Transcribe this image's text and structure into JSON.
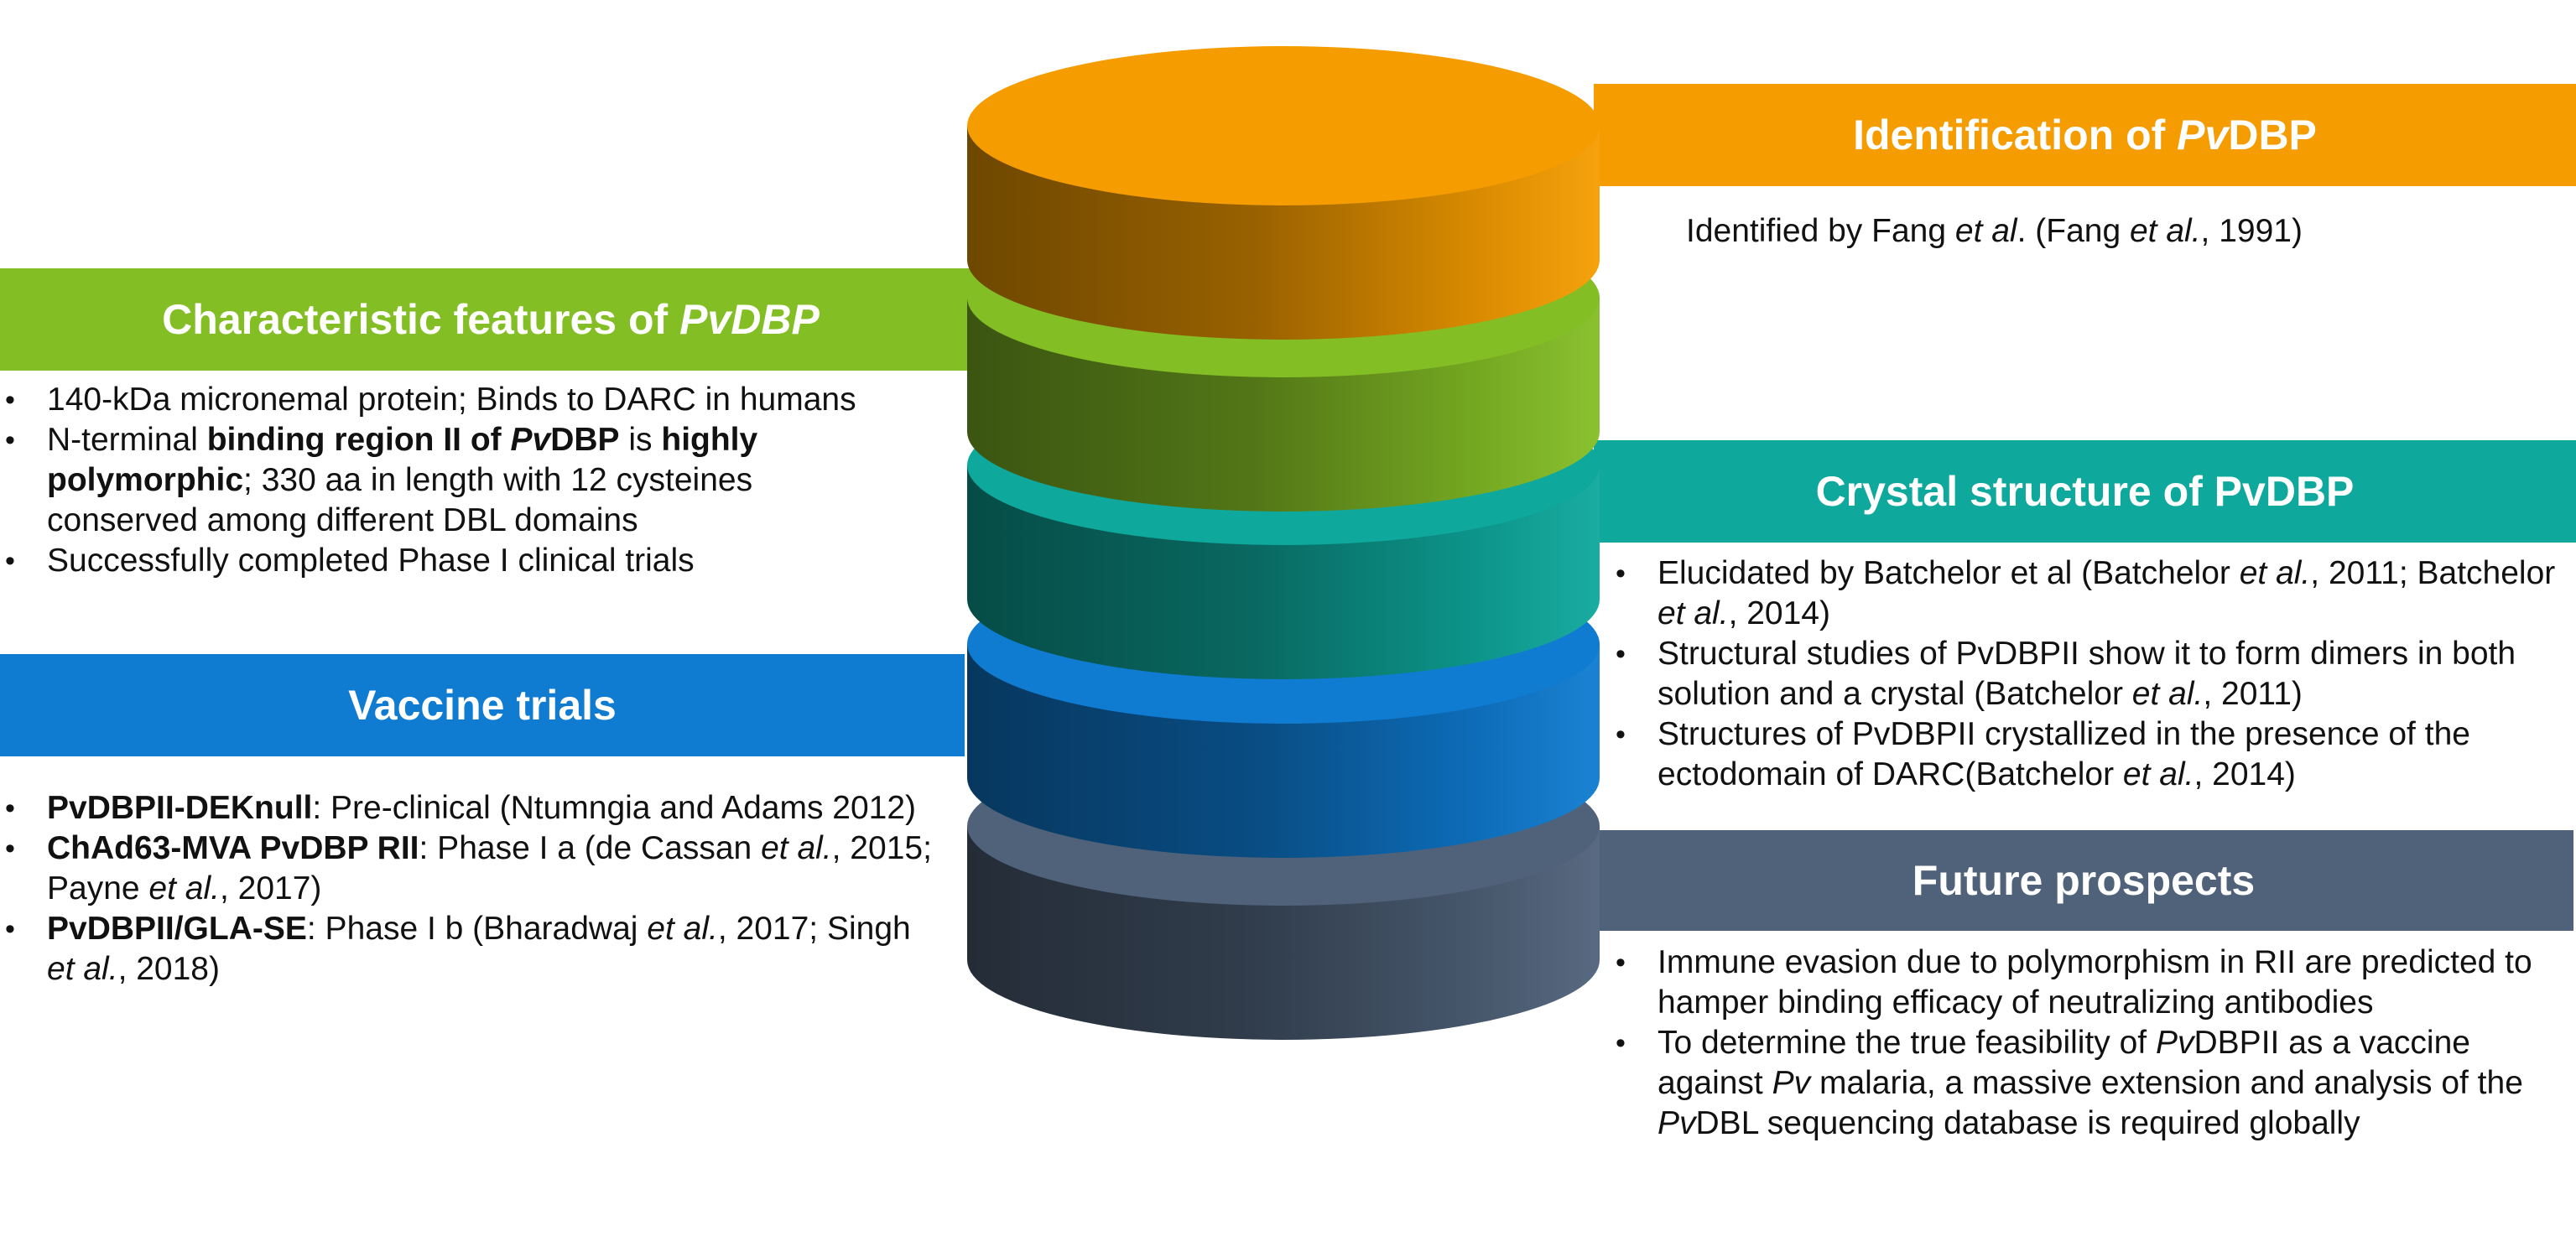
{
  "colors": {
    "orange": "#f59d00",
    "green": "#84be25",
    "teal": "#0ea89c",
    "blue": "#0f7bd1",
    "slate": "#4f627a"
  },
  "identification": {
    "title": [
      {
        "t": "Identification of "
      },
      {
        "t": "Pv",
        "i": true
      },
      {
        "t": "DBP"
      }
    ],
    "text": [
      {
        "t": "Identified by Fang "
      },
      {
        "t": "et al",
        "i": true
      },
      {
        "t": ". (Fang "
      },
      {
        "t": "et al.",
        "i": true
      },
      {
        "t": ", 1991)"
      }
    ]
  },
  "features": {
    "title": [
      {
        "t": "Characteristic features of "
      },
      {
        "t": "PvDBP",
        "i": true
      }
    ],
    "items": [
      [
        {
          "t": "140-kDa micronemal protein; Binds to DARC in humans"
        }
      ],
      [
        {
          "t": "N-terminal "
        },
        {
          "t": "binding region II of ",
          "b": true
        },
        {
          "t": "Pv",
          "i": true,
          "b": true
        },
        {
          "t": "DBP",
          "b": true
        },
        {
          "t": " is "
        },
        {
          "t": "highly polymorphic",
          "b": true
        },
        {
          "t": "; 330 aa in length with 12 cysteines conserved among different DBL domains"
        }
      ],
      [
        {
          "t": "Successfully completed Phase I clinical trials"
        }
      ]
    ]
  },
  "crystal": {
    "title": [
      {
        "t": "Crystal structure of PvDBP"
      }
    ],
    "items": [
      [
        {
          "t": "Elucidated by Batchelor et al (Batchelor "
        },
        {
          "t": "et al.",
          "i": true
        },
        {
          "t": ", 2011; Batchelor "
        },
        {
          "t": "et al.",
          "i": true
        },
        {
          "t": ", 2014)"
        }
      ],
      [
        {
          "t": "Structural studies of PvDBPII show it to form dimers in both solution and a crystal (Batchelor "
        },
        {
          "t": "et al.",
          "i": true
        },
        {
          "t": ", 2011)"
        }
      ],
      [
        {
          "t": "Structures of PvDBPII crystallized in the presence of the ectodomain of DARC(Batchelor "
        },
        {
          "t": "et al.",
          "i": true
        },
        {
          "t": ", 2014)"
        }
      ]
    ]
  },
  "vaccine": {
    "title": [
      {
        "t": "Vaccine trials"
      }
    ],
    "items": [
      [
        {
          "t": "PvDBPII-DEKnull",
          "b": true
        },
        {
          "t": ": Pre-clinical (Ntumngia and Adams 2012)"
        }
      ],
      [
        {
          "t": "ChAd63-MVA PvDBP RII",
          "b": true
        },
        {
          "t": ": Phase I a (de Cassan "
        },
        {
          "t": "et al.",
          "i": true
        },
        {
          "t": ", 2015; Payne "
        },
        {
          "t": "et al.",
          "i": true
        },
        {
          "t": ", 2017)"
        }
      ],
      [
        {
          "t": "PvDBPII/GLA-SE",
          "b": true
        },
        {
          "t": ": Phase I b (Bharadwaj "
        },
        {
          "t": "et al.",
          "i": true
        },
        {
          "t": ", 2017; Singh "
        },
        {
          "t": "et al.",
          "i": true
        },
        {
          "t": ", 2018)"
        }
      ]
    ]
  },
  "future": {
    "title": [
      {
        "t": "Future prospects"
      }
    ],
    "items": [
      [
        {
          "t": "Immune evasion due to polymorphism in RII are predicted to hamper binding efficacy of neutralizing antibodies"
        }
      ],
      [
        {
          "t": "To determine the true feasibility of "
        },
        {
          "t": "Pv",
          "i": true
        },
        {
          "t": "DBPII as a vaccine against "
        },
        {
          "t": "Pv",
          "i": true
        },
        {
          "t": " malaria, a massive extension and analysis of the "
        },
        {
          "t": "Pv",
          "i": true
        },
        {
          "t": "DBL sequencing database is required globally"
        }
      ]
    ]
  }
}
